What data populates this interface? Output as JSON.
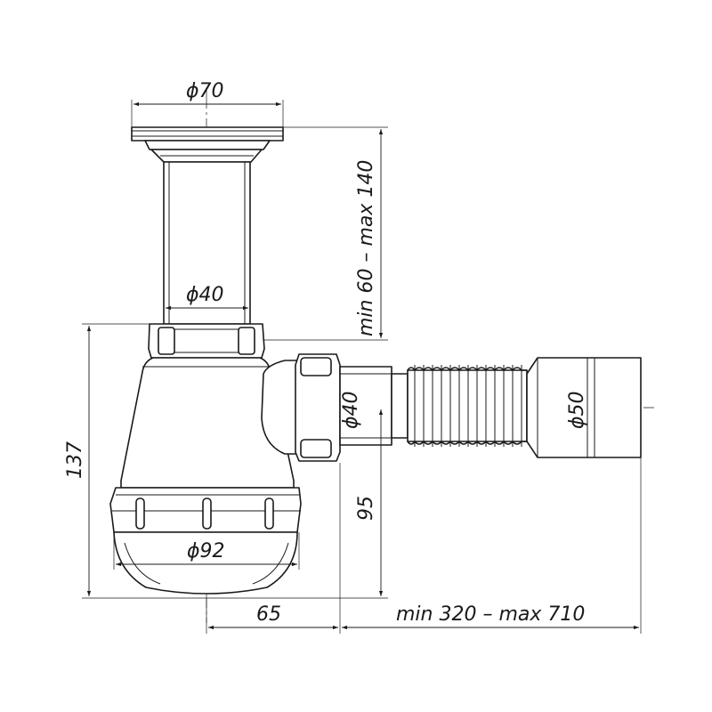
{
  "drawing": {
    "dim_flange_diameter": "ϕ70",
    "dim_pipe_diameter": "ϕ40",
    "dim_height_range": "min 60 – max 140",
    "dim_outlet_diameter": "ϕ40",
    "dim_corrugated_diameter": "ϕ50",
    "dim_total_height": "137",
    "dim_outlet_height": "95",
    "dim_cup_diameter": "ϕ92",
    "dim_offset": "65",
    "dim_length_range": "min 320 – max 710"
  }
}
